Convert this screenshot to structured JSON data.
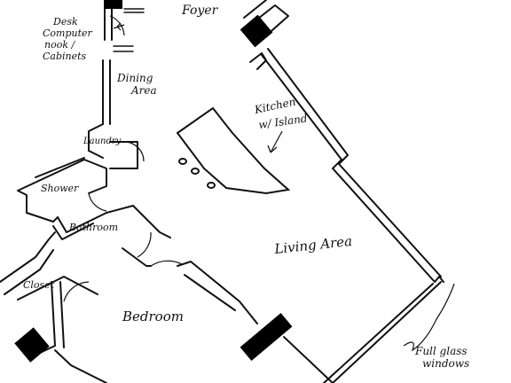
{
  "labels": {
    "foyer": "Foyer",
    "desk_line1": "Desk",
    "desk_line2": "Computer",
    "desk_line3": "nook /",
    "desk_line4": "Cabinets",
    "dining_line1": "Dining",
    "dining_line2": "Area",
    "kitchen_line1": "Kitchen",
    "kitchen_line2": "w/ Island",
    "laundry": "Laundry",
    "shower": "Shower",
    "bathroom": "Bathroom",
    "living": "Living Area",
    "closet": "Closet",
    "bedroom": "Bedroom",
    "windows_line1": "Full glass",
    "windows_line2": "windows"
  }
}
